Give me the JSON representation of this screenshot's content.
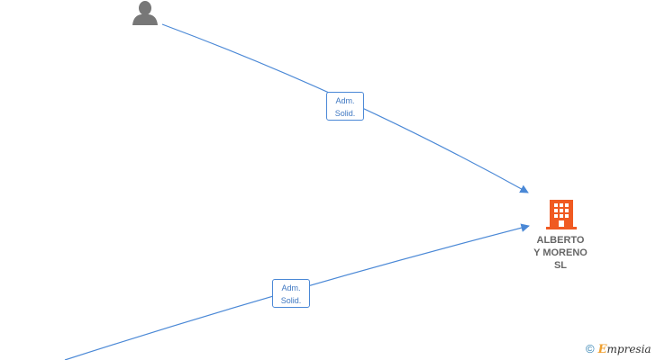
{
  "edges": [
    {
      "label_line1": "Adm.",
      "label_line2": "Solid."
    },
    {
      "label_line1": "Adm.",
      "label_line2": "Solid."
    }
  ],
  "company": {
    "name_line1": "ALBERTO",
    "name_line2": "Y MORENO",
    "name_line3": "SL"
  },
  "icons": {
    "person": "person-icon",
    "company": "building-icon"
  },
  "watermark": {
    "symbol": "©",
    "brand_first": "E",
    "brand_rest": "mpresia"
  },
  "colors": {
    "edge": "#4a88d6",
    "person": "#777777",
    "company": "#f05a22",
    "label_text": "#3f78c2"
  }
}
